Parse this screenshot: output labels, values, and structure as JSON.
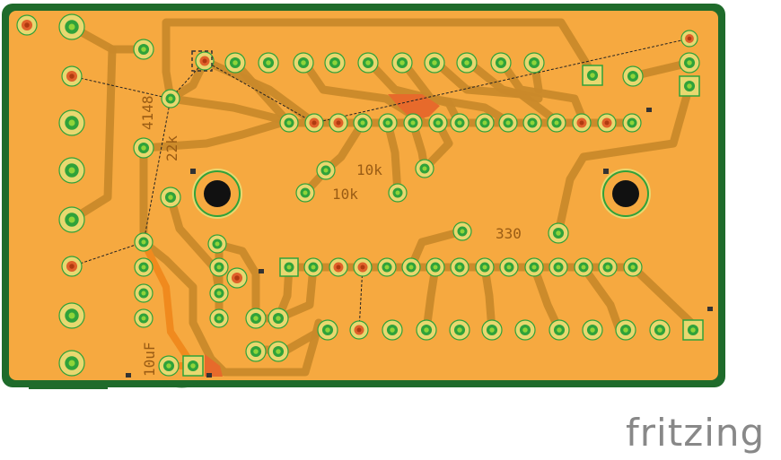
{
  "colors": {
    "board": "#f6a940",
    "outline": "#1f6b2b",
    "trace": "#c9892a",
    "trace_bottom": "#f08a1e",
    "pad_ring": "#e8d870",
    "pad_hole": "#2fa23a",
    "pad_hole_center": "#8fd43a",
    "unrouted_pad": "#e0602a",
    "ratsnest": "#222222",
    "silk": "#9a5c14",
    "brand": "#888888"
  },
  "labels": {
    "diode": "4148",
    "r_22k": "22k",
    "r_10k_a": "10k",
    "r_10k_b": "10k",
    "r_330": "330",
    "cap": "10uF"
  },
  "brand": "fritzing"
}
